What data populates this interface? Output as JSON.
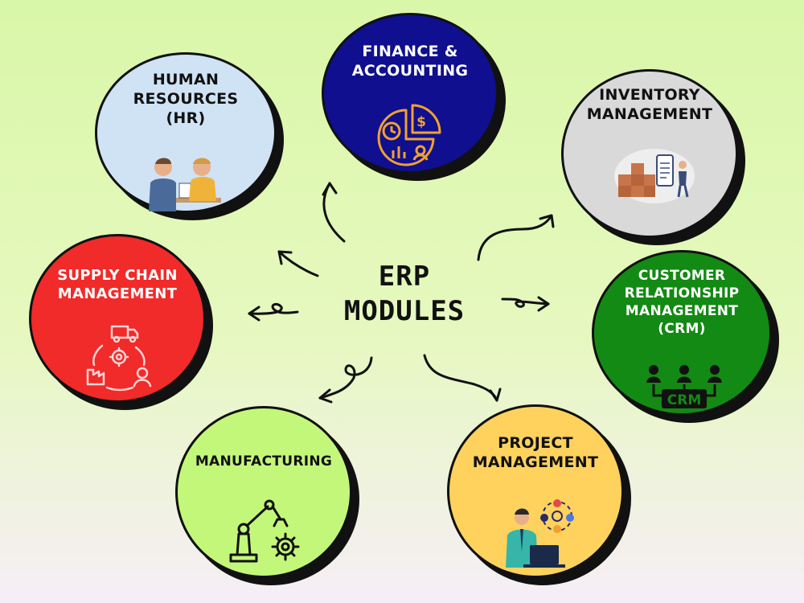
{
  "center": {
    "line1": "ERP",
    "line2": "MODULES"
  },
  "modules": {
    "hr": {
      "lines": [
        "HUMAN",
        "RESOURCES",
        "(HR)"
      ],
      "color": "#cfe3f5",
      "text_color": "#111111",
      "icon": "hr-meeting-icon"
    },
    "finance": {
      "lines": [
        "FINANCE &",
        "ACCOUNTING"
      ],
      "color": "#0f0f8f",
      "text_color": "#ffffff",
      "icon": "finance-pie-chart-icon"
    },
    "inventory": {
      "lines": [
        "INVENTORY",
        "MANAGEMENT"
      ],
      "color": "#d9d9d9",
      "text_color": "#111111",
      "icon": "warehouse-boxes-icon"
    },
    "supply": {
      "lines": [
        "SUPPLY CHAIN",
        "MANAGEMENT"
      ],
      "color": "#f12a2a",
      "text_color": "#ffffff",
      "icon": "supply-chain-cycle-icon"
    },
    "crm": {
      "lines": [
        "CUSTOMER",
        "RELATIONSHIP",
        "MANAGEMENT",
        "(CRM)"
      ],
      "color": "#138a13",
      "text_color": "#ffffff",
      "icon": "crm-network-icon",
      "badge": "CRM"
    },
    "manufacturing": {
      "lines": [
        "MANUFACTURING"
      ],
      "color": "#c3f77a",
      "text_color": "#111111",
      "icon": "robot-arm-gear-icon"
    },
    "project": {
      "lines": [
        "PROJECT",
        "MANAGEMENT"
      ],
      "color": "#ffd25e",
      "text_color": "#111111",
      "icon": "project-manager-laptop-icon"
    }
  }
}
